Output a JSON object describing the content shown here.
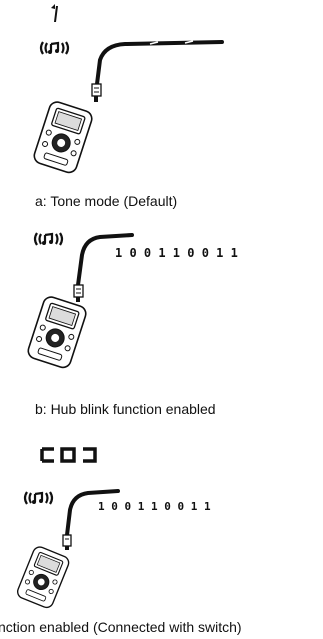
{
  "panels": [
    {
      "id": "a",
      "display_glyph": "1",
      "show_pattern": false,
      "caption": "a: Tone mode (Default)"
    },
    {
      "id": "b",
      "show_pattern": true,
      "pattern_text": "1 0 0 1  1 0 0 1 1",
      "caption": "b: Hub blink function enabled"
    },
    {
      "id": "c",
      "display_glyph": "C O ⊃",
      "show_pattern": true,
      "pattern_text": "1 0 0 1  1 0 0 1 1",
      "caption": "nction enabled (Connected with switch)"
    }
  ],
  "icons": {
    "tone": "tone-signal-icon",
    "tester": "cable-tester-icon",
    "connector": "rj45-connector-icon"
  }
}
